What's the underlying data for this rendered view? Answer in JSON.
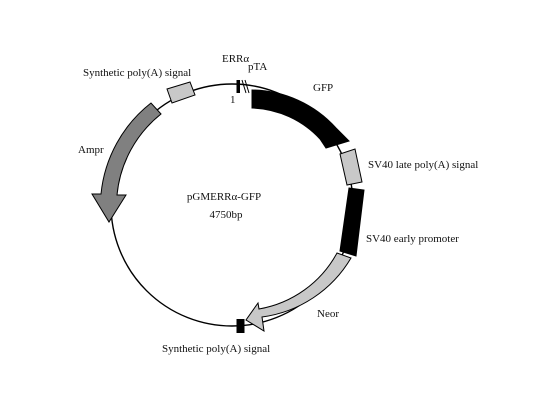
{
  "plasmid": {
    "name": "pGMERRα-GFP",
    "size": "4750bp"
  },
  "labels": {
    "err_alpha": "ERRα",
    "pta": "pTA",
    "position_one": "1",
    "gfp": "GFP",
    "sv40_late_polya": "SV40 late poly(A) signal",
    "sv40_early_promoter": "SV40 early promoter",
    "neor": "Neor",
    "synthetic_polya_bottom": "Synthetic poly(A) signal",
    "ampr": "Ampr",
    "synthetic_polya_top": "Synthetic poly(A) signal"
  },
  "colors": {
    "backbone": "#000000",
    "gfp": "#000000",
    "sv40_early_promoter": "#000000",
    "sv40_late_polya": "#c8c8c8",
    "neor": "#c8c8c8",
    "ampr": "#808080",
    "synthetic_polya_top": "#c8c8c8",
    "synthetic_polya_bottom": "#000000"
  }
}
